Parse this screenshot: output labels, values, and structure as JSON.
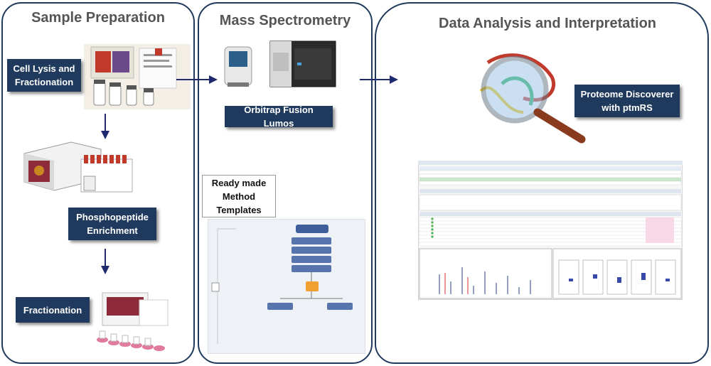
{
  "panels": {
    "sample_preparation": {
      "title": "Sample Preparation",
      "steps": [
        "Cell Lysis and Fractionation",
        "Phosphopeptide Enrichment",
        "Fractionation"
      ]
    },
    "mass_spectrometry": {
      "title": "Mass Spectrometry",
      "instrument_label": "Orbitrap Fusion Lumos",
      "method_label": "Ready made Method Templates"
    },
    "data_analysis": {
      "title": "Data Analysis and Interpretation",
      "software_label": "Proteome Discoverer with ptmRS"
    }
  },
  "colors": {
    "panel_border": "#1f3a5c",
    "label_bg": "#1f3a5c",
    "title_text": "#555555",
    "arrow": "#1f2a6e"
  }
}
